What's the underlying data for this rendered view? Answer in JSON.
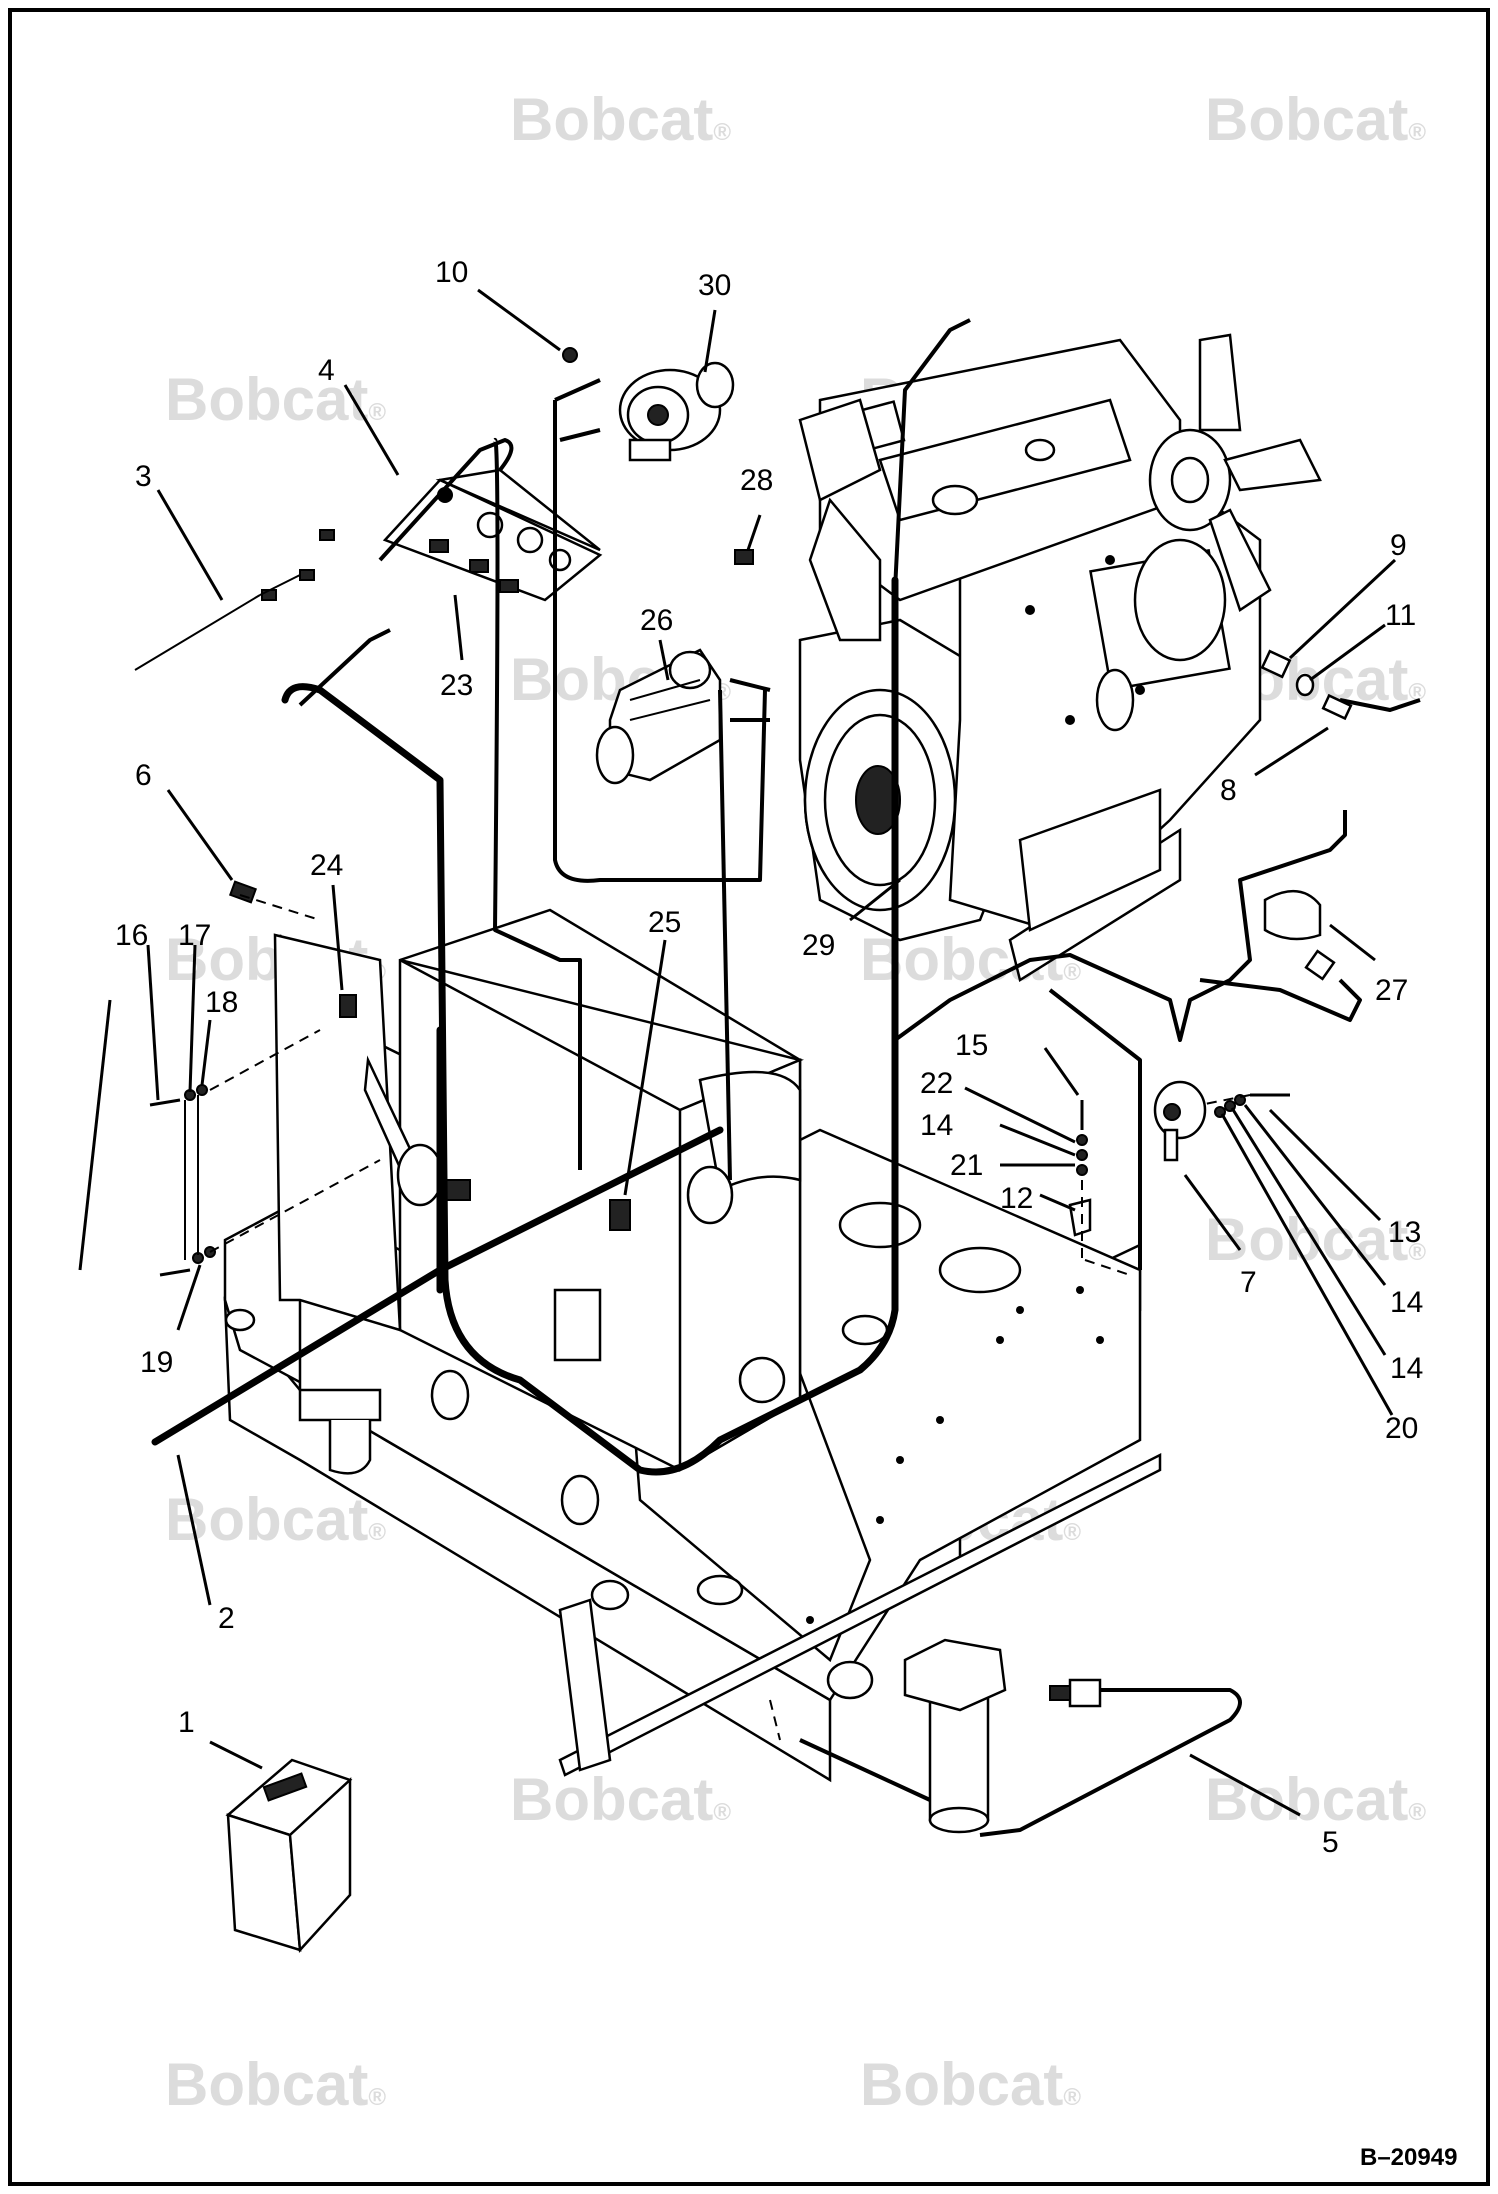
{
  "watermark": {
    "text": "Bobcat",
    "mark": "®"
  },
  "reference_code": "B–20949",
  "callouts": [
    {
      "id": "c1",
      "label": "1"
    },
    {
      "id": "c2",
      "label": "2"
    },
    {
      "id": "c3",
      "label": "3"
    },
    {
      "id": "c4",
      "label": "4"
    },
    {
      "id": "c5",
      "label": "5"
    },
    {
      "id": "c6",
      "label": "6"
    },
    {
      "id": "c7",
      "label": "7"
    },
    {
      "id": "c8",
      "label": "8"
    },
    {
      "id": "c9",
      "label": "9"
    },
    {
      "id": "c10",
      "label": "10"
    },
    {
      "id": "c11",
      "label": "11"
    },
    {
      "id": "c12",
      "label": "12"
    },
    {
      "id": "c13",
      "label": "13"
    },
    {
      "id": "c14a",
      "label": "14"
    },
    {
      "id": "c14b",
      "label": "14"
    },
    {
      "id": "c14c",
      "label": "14"
    },
    {
      "id": "c14d",
      "label": "14"
    },
    {
      "id": "c15",
      "label": "15"
    },
    {
      "id": "c16",
      "label": "16"
    },
    {
      "id": "c17",
      "label": "17"
    },
    {
      "id": "c18",
      "label": "18"
    },
    {
      "id": "c19",
      "label": "19"
    },
    {
      "id": "c20",
      "label": "20"
    },
    {
      "id": "c21",
      "label": "21"
    },
    {
      "id": "c22",
      "label": "22"
    },
    {
      "id": "c23",
      "label": "23"
    },
    {
      "id": "c24",
      "label": "24"
    },
    {
      "id": "c25",
      "label": "25"
    },
    {
      "id": "c26",
      "label": "26"
    },
    {
      "id": "c27",
      "label": "27"
    },
    {
      "id": "c28",
      "label": "28"
    },
    {
      "id": "c29",
      "label": "29"
    },
    {
      "id": "c30",
      "label": "30"
    }
  ]
}
